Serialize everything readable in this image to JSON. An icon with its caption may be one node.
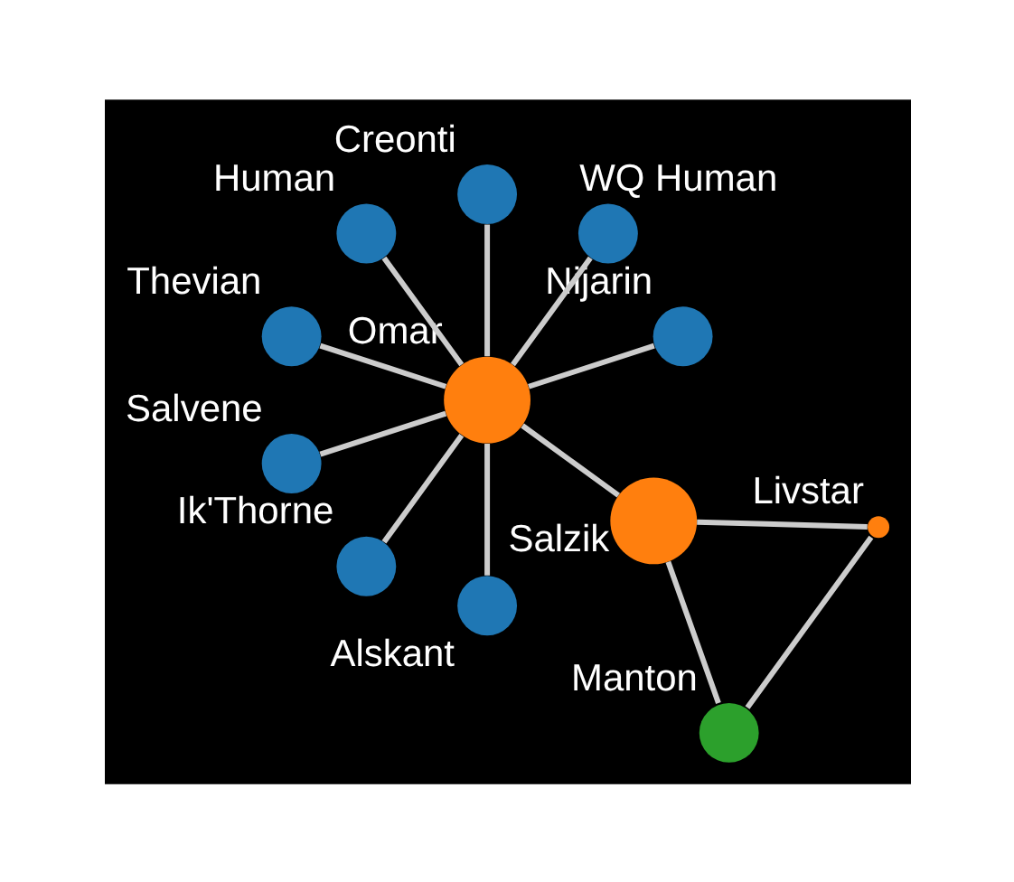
{
  "diagram": {
    "nodes": [
      {
        "text": [
          "Nijarin"
        ]
      },
      {
        "text": [
          "WQ Human"
        ]
      },
      {
        "text": [
          "Creonti"
        ]
      },
      {
        "text": [
          "Human"
        ]
      },
      {
        "text": [
          "Thevian"
        ]
      },
      {
        "text": [
          "Salvene"
        ]
      },
      {
        "text": [
          "Omar"
        ]
      },
      {
        "text": [
          "Ik'Thorne"
        ]
      },
      {
        "text": [
          "Alskant"
        ]
      },
      {
        "text": [
          "Salzik"
        ]
      },
      {
        "text": [
          "Manton"
        ]
      },
      {
        "text": [
          "Livstar"
        ]
      }
    ],
    "edges": [
      {
        "from": 6,
        "to": 0,
        "arrow": "none"
      },
      {
        "from": 6,
        "to": 1,
        "arrow": "none"
      },
      {
        "from": 6,
        "to": 2,
        "arrow": "none"
      },
      {
        "from": 6,
        "to": 3,
        "arrow": "none"
      },
      {
        "from": 6,
        "to": 4,
        "arrow": "none"
      },
      {
        "from": 6,
        "to": 5,
        "arrow": "none"
      },
      {
        "from": 6,
        "to": 7,
        "arrow": "none"
      },
      {
        "from": 6,
        "to": 8,
        "arrow": "none"
      },
      {
        "from": 6,
        "to": 9,
        "arrow": "none"
      },
      {
        "from": 9,
        "to": 10,
        "arrow": "none"
      },
      {
        "from": 9,
        "to": 11,
        "arrow": "none"
      },
      {
        "from": 10,
        "to": 11,
        "arrow": "none"
      }
    ]
  }
}
